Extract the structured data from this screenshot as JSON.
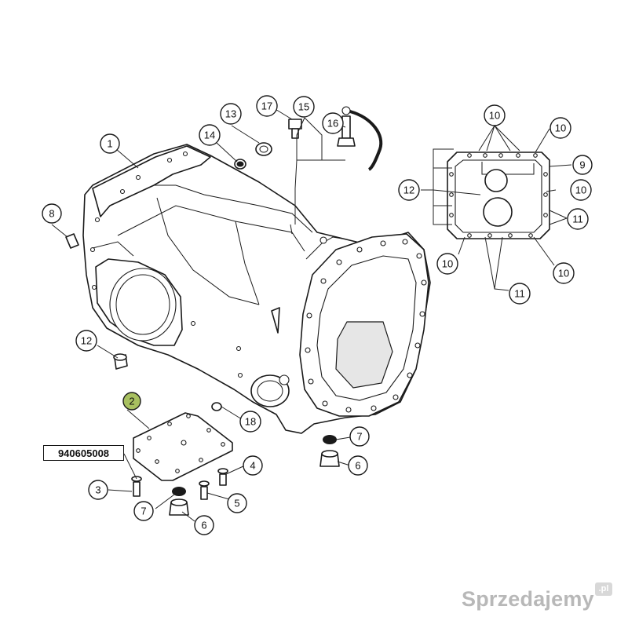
{
  "reference_number": "940605008",
  "callouts": [
    {
      "id": "c-1",
      "label": "1"
    },
    {
      "id": "c-2",
      "label": "2",
      "highlight": "#a8c060"
    },
    {
      "id": "c-3",
      "label": "3"
    },
    {
      "id": "c-4",
      "label": "4"
    },
    {
      "id": "c-5",
      "label": "5"
    },
    {
      "id": "c-6a",
      "label": "6"
    },
    {
      "id": "c-6b",
      "label": "6"
    },
    {
      "id": "c-7a",
      "label": "7"
    },
    {
      "id": "c-7b",
      "label": "7"
    },
    {
      "id": "c-8",
      "label": "8"
    },
    {
      "id": "c-9",
      "label": "9"
    },
    {
      "id": "c-10a",
      "label": "10"
    },
    {
      "id": "c-10b",
      "label": "10"
    },
    {
      "id": "c-10c",
      "label": "10"
    },
    {
      "id": "c-10d",
      "label": "10"
    },
    {
      "id": "c-10e",
      "label": "10"
    },
    {
      "id": "c-11a",
      "label": "11"
    },
    {
      "id": "c-11b",
      "label": "11"
    },
    {
      "id": "c-12a",
      "label": "12"
    },
    {
      "id": "c-12b",
      "label": "12"
    },
    {
      "id": "c-13",
      "label": "13"
    },
    {
      "id": "c-14",
      "label": "14"
    },
    {
      "id": "c-15",
      "label": "15"
    },
    {
      "id": "c-16",
      "label": "16"
    },
    {
      "id": "c-17",
      "label": "17"
    },
    {
      "id": "c-18",
      "label": "18"
    }
  ],
  "watermark": {
    "text": "Sprzedajemy",
    "badge": ".pl"
  },
  "colors": {
    "line": "#1a1a1a",
    "highlight": "#a8c060",
    "watermark": "#b8b8b8"
  }
}
